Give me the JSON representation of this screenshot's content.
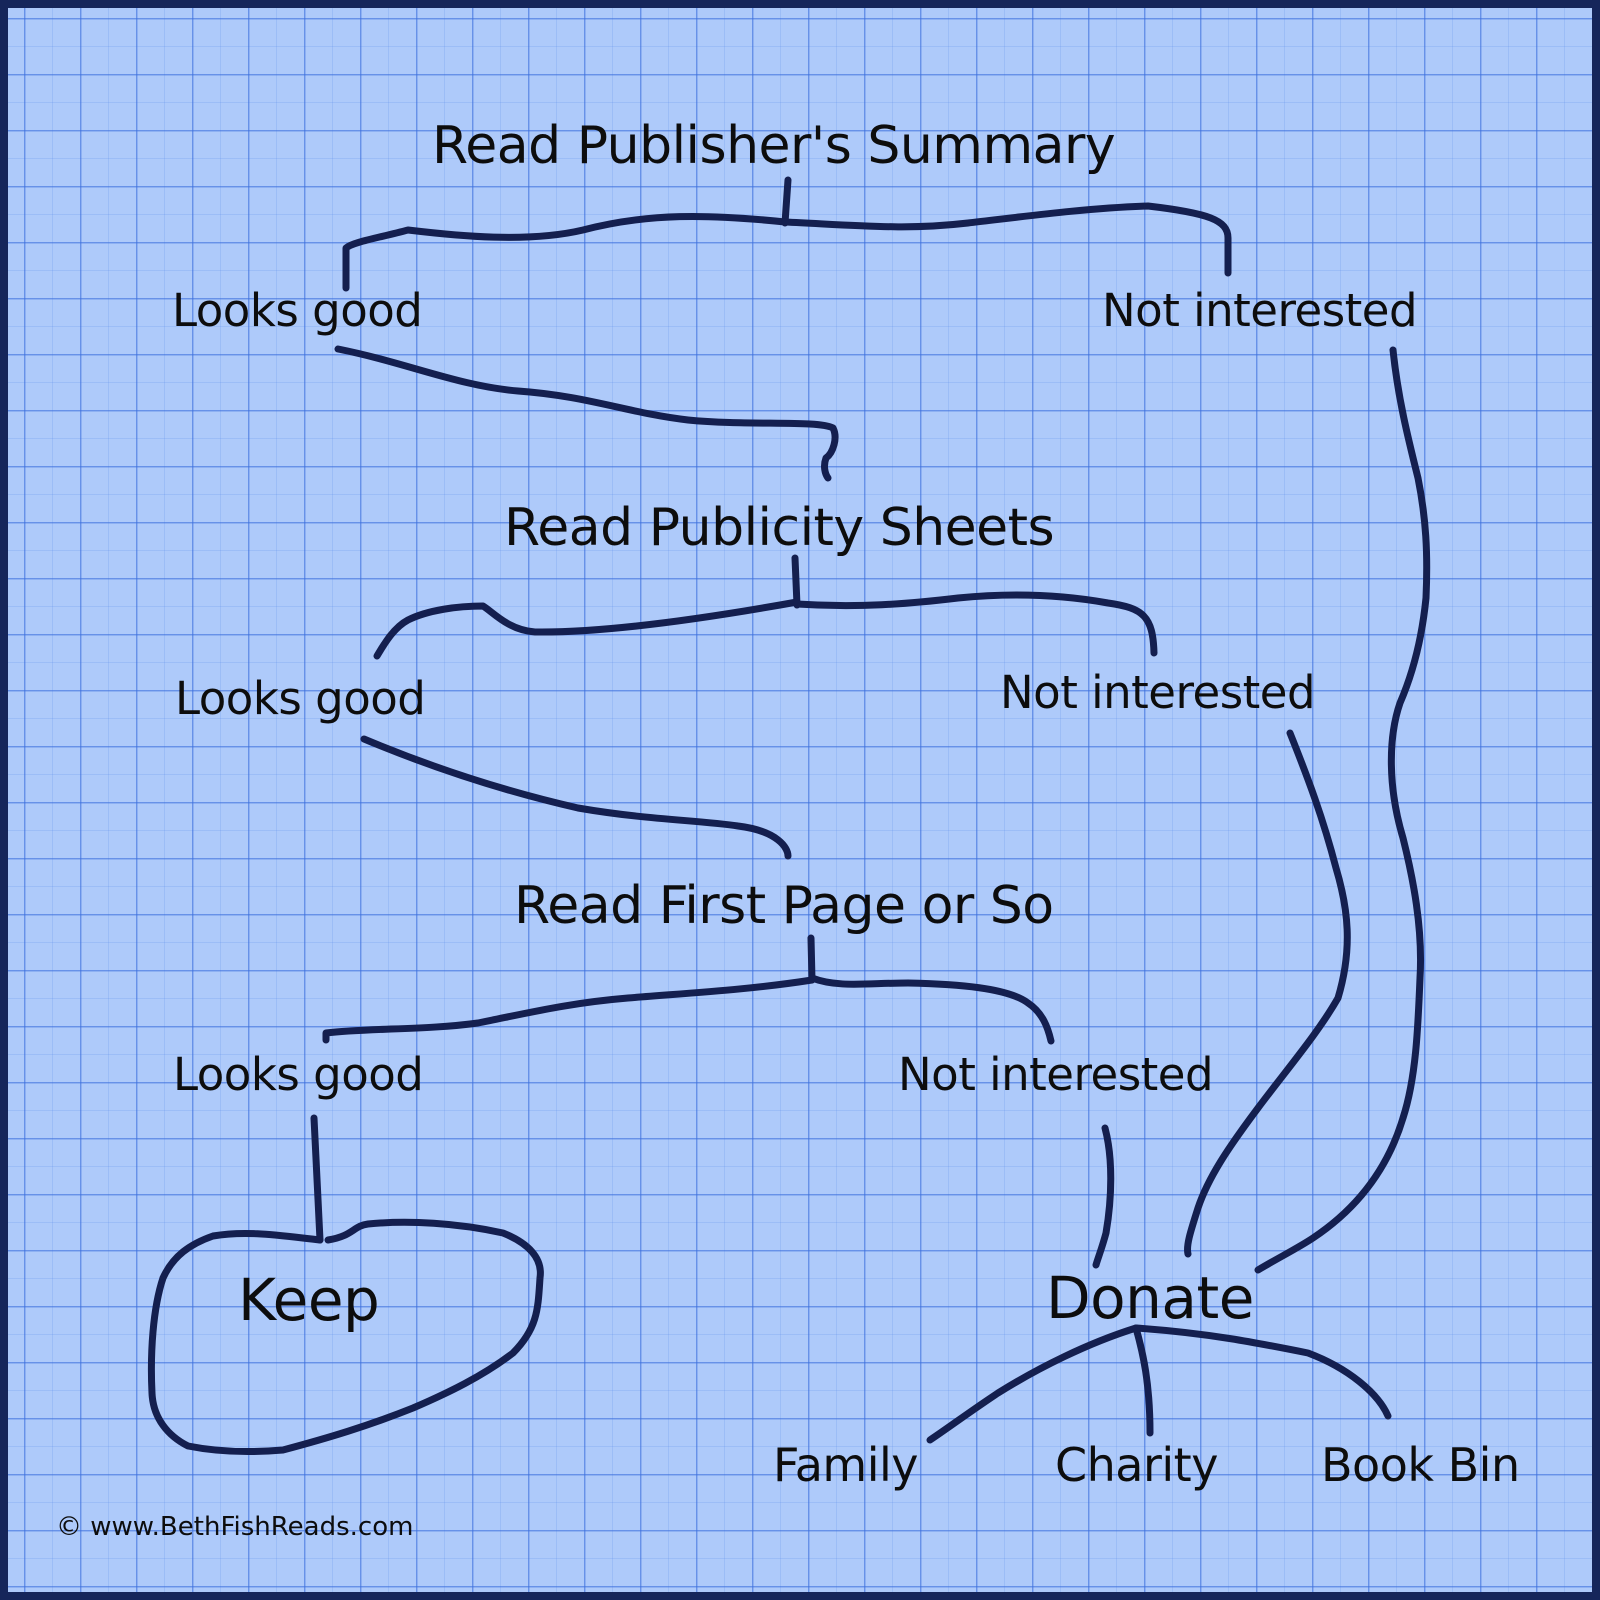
{
  "diagram": {
    "steps": {
      "step1": "Read Publisher's Summary",
      "step2": "Read Publicity Sheets",
      "step3": "Read First Page or So"
    },
    "branches": {
      "step1_yes": "Looks good",
      "step1_no": "Not interested",
      "step2_yes": "Looks good",
      "step2_no": "Not interested",
      "step3_yes": "Looks good",
      "step3_no": "Not interested"
    },
    "outcomes": {
      "keep": "Keep",
      "donate": "Donate"
    },
    "donate_targets": [
      "Family",
      "Charity",
      "Book Bin"
    ]
  },
  "copyright": "© www.BethFishReads.com",
  "colors": {
    "paper": "#aecafa",
    "grid": "#3c6edc",
    "ink": "#141f4f",
    "border": "#16265a"
  }
}
